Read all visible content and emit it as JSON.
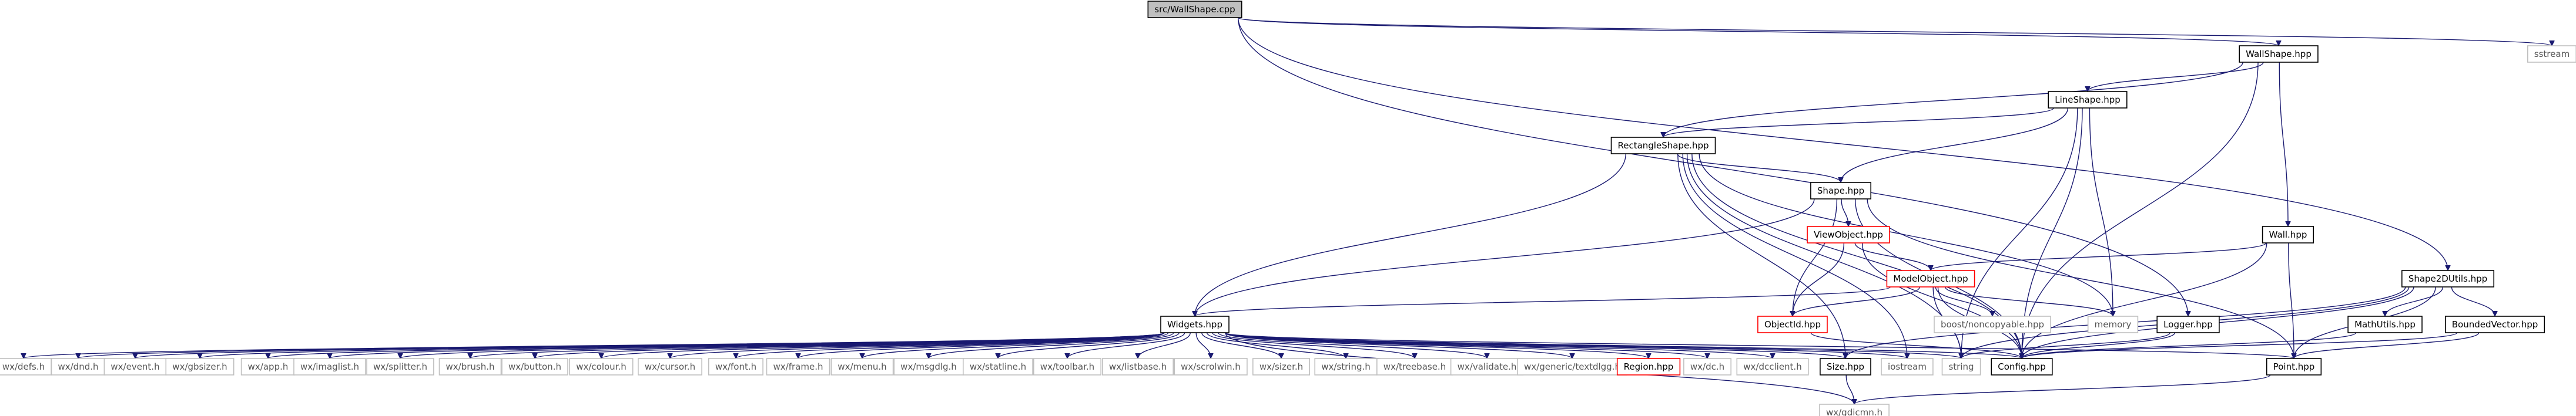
{
  "colors": {
    "edge": "#191970",
    "border_default": "#000000",
    "border_external": "#bfbfbf",
    "border_truncated": "#ff0000",
    "fill_root": "#bfbfbf",
    "fill_default": "#ffffff",
    "text_default": "#000000",
    "text_muted": "#555555"
  },
  "nodes": [
    {
      "id": "root",
      "label": "src/WallShape.cpp",
      "kind": "root"
    },
    {
      "id": "wallshape_hpp",
      "label": "WallShape.hpp",
      "kind": "default"
    },
    {
      "id": "sstream",
      "label": "sstream",
      "kind": "external"
    },
    {
      "id": "lineshape_hpp",
      "label": "LineShape.hpp",
      "kind": "default"
    },
    {
      "id": "rectangleshape_hpp",
      "label": "RectangleShape.hpp",
      "kind": "default"
    },
    {
      "id": "shape_hpp",
      "label": "Shape.hpp",
      "kind": "default"
    },
    {
      "id": "viewobject_hpp",
      "label": "ViewObject.hpp",
      "kind": "truncated"
    },
    {
      "id": "modelobject_hpp",
      "label": "ModelObject.hpp",
      "kind": "truncated"
    },
    {
      "id": "objectid_hpp",
      "label": "ObjectId.hpp",
      "kind": "truncated"
    },
    {
      "id": "boost_noncopyable",
      "label": "boost/noncopyable.hpp",
      "kind": "external"
    },
    {
      "id": "memory",
      "label": "memory",
      "kind": "external"
    },
    {
      "id": "wall_hpp",
      "label": "Wall.hpp",
      "kind": "default"
    },
    {
      "id": "shape2dutils_hpp",
      "label": "Shape2DUtils.hpp",
      "kind": "default"
    },
    {
      "id": "logger_hpp",
      "label": "Logger.hpp",
      "kind": "default"
    },
    {
      "id": "mathutils_hpp",
      "label": "MathUtils.hpp",
      "kind": "default"
    },
    {
      "id": "boundedvector_hpp",
      "label": "BoundedVector.hpp",
      "kind": "default"
    },
    {
      "id": "widgets_hpp",
      "label": "Widgets.hpp",
      "kind": "default"
    },
    {
      "id": "wx_defs",
      "label": "wx/defs.h",
      "kind": "external"
    },
    {
      "id": "wx_dnd",
      "label": "wx/dnd.h",
      "kind": "external"
    },
    {
      "id": "wx_event",
      "label": "wx/event.h",
      "kind": "external"
    },
    {
      "id": "wx_gbsizer",
      "label": "wx/gbsizer.h",
      "kind": "external"
    },
    {
      "id": "wx_app",
      "label": "wx/app.h",
      "kind": "external"
    },
    {
      "id": "wx_imaglist",
      "label": "wx/imaglist.h",
      "kind": "external"
    },
    {
      "id": "wx_splitter",
      "label": "wx/splitter.h",
      "kind": "external"
    },
    {
      "id": "wx_brush",
      "label": "wx/brush.h",
      "kind": "external"
    },
    {
      "id": "wx_button",
      "label": "wx/button.h",
      "kind": "external"
    },
    {
      "id": "wx_colour",
      "label": "wx/colour.h",
      "kind": "external"
    },
    {
      "id": "wx_cursor",
      "label": "wx/cursor.h",
      "kind": "external"
    },
    {
      "id": "wx_font",
      "label": "wx/font.h",
      "kind": "external"
    },
    {
      "id": "wx_frame",
      "label": "wx/frame.h",
      "kind": "external"
    },
    {
      "id": "wx_menu",
      "label": "wx/menu.h",
      "kind": "external"
    },
    {
      "id": "wx_msgdlg",
      "label": "wx/msgdlg.h",
      "kind": "external"
    },
    {
      "id": "wx_statline",
      "label": "wx/statline.h",
      "kind": "external"
    },
    {
      "id": "wx_toolbar",
      "label": "wx/toolbar.h",
      "kind": "external"
    },
    {
      "id": "wx_listbase",
      "label": "wx/listbase.h",
      "kind": "external"
    },
    {
      "id": "wx_scrolwin",
      "label": "wx/scrolwin.h",
      "kind": "external"
    },
    {
      "id": "wx_sizer",
      "label": "wx/sizer.h",
      "kind": "external"
    },
    {
      "id": "wx_string",
      "label": "wx/string.h",
      "kind": "external"
    },
    {
      "id": "wx_treebase",
      "label": "wx/treebase.h",
      "kind": "external"
    },
    {
      "id": "wx_validate",
      "label": "wx/validate.h",
      "kind": "external"
    },
    {
      "id": "wx_textdlgg",
      "label": "wx/generic/textdlgg.h",
      "kind": "external"
    },
    {
      "id": "region_hpp",
      "label": "Region.hpp",
      "kind": "truncated"
    },
    {
      "id": "wx_dc",
      "label": "wx/dc.h",
      "kind": "external"
    },
    {
      "id": "wx_dcclient",
      "label": "wx/dcclient.h",
      "kind": "external"
    },
    {
      "id": "size_hpp",
      "label": "Size.hpp",
      "kind": "default"
    },
    {
      "id": "iostream",
      "label": "iostream",
      "kind": "external"
    },
    {
      "id": "string",
      "label": "string",
      "kind": "external"
    },
    {
      "id": "config_hpp",
      "label": "Config.hpp",
      "kind": "default"
    },
    {
      "id": "point_hpp",
      "label": "Point.hpp",
      "kind": "default"
    },
    {
      "id": "wx_gdicmn",
      "label": "wx/gdicmn.h",
      "kind": "external"
    }
  ],
  "edges": [
    [
      "root",
      "wallshape_hpp"
    ],
    [
      "root",
      "sstream"
    ],
    [
      "root",
      "logger_hpp"
    ],
    [
      "root",
      "shape2dutils_hpp"
    ],
    [
      "wallshape_hpp",
      "lineshape_hpp"
    ],
    [
      "wallshape_hpp",
      "rectangleshape_hpp"
    ],
    [
      "wallshape_hpp",
      "wall_hpp"
    ],
    [
      "wallshape_hpp",
      "config_hpp"
    ],
    [
      "lineshape_hpp",
      "rectangleshape_hpp"
    ],
    [
      "lineshape_hpp",
      "shape_hpp"
    ],
    [
      "lineshape_hpp",
      "memory"
    ],
    [
      "lineshape_hpp",
      "config_hpp"
    ],
    [
      "lineshape_hpp",
      "string"
    ],
    [
      "rectangleshape_hpp",
      "shape_hpp"
    ],
    [
      "rectangleshape_hpp",
      "widgets_hpp"
    ],
    [
      "rectangleshape_hpp",
      "memory"
    ],
    [
      "rectangleshape_hpp",
      "size_hpp"
    ],
    [
      "rectangleshape_hpp",
      "config_hpp"
    ],
    [
      "rectangleshape_hpp",
      "string"
    ],
    [
      "rectangleshape_hpp",
      "iostream"
    ],
    [
      "shape_hpp",
      "viewobject_hpp"
    ],
    [
      "shape_hpp",
      "objectid_hpp"
    ],
    [
      "shape_hpp",
      "widgets_hpp"
    ],
    [
      "shape_hpp",
      "point_hpp"
    ],
    [
      "shape_hpp",
      "config_hpp"
    ],
    [
      "viewobject_hpp",
      "modelobject_hpp"
    ],
    [
      "viewobject_hpp",
      "objectid_hpp"
    ],
    [
      "viewobject_hpp",
      "config_hpp"
    ],
    [
      "modelobject_hpp",
      "objectid_hpp"
    ],
    [
      "modelobject_hpp",
      "boost_noncopyable"
    ],
    [
      "modelobject_hpp",
      "memory"
    ],
    [
      "modelobject_hpp",
      "config_hpp"
    ],
    [
      "modelobject_hpp",
      "string"
    ],
    [
      "modelobject_hpp",
      "widgets_hpp"
    ],
    [
      "objectid_hpp",
      "config_hpp"
    ],
    [
      "wall_hpp",
      "modelobject_hpp"
    ],
    [
      "wall_hpp",
      "point_hpp"
    ],
    [
      "wall_hpp",
      "config_hpp"
    ],
    [
      "shape2dutils_hpp",
      "point_hpp"
    ],
    [
      "shape2dutils_hpp",
      "mathutils_hpp"
    ],
    [
      "shape2dutils_hpp",
      "boundedvector_hpp"
    ],
    [
      "shape2dutils_hpp",
      "config_hpp"
    ],
    [
      "shape2dutils_hpp",
      "size_hpp"
    ],
    [
      "shape2dutils_hpp",
      "string"
    ],
    [
      "logger_hpp",
      "config_hpp"
    ],
    [
      "logger_hpp",
      "string"
    ],
    [
      "mathutils_hpp",
      "config_hpp"
    ],
    [
      "boundedvector_hpp",
      "point_hpp"
    ],
    [
      "boundedvector_hpp",
      "config_hpp"
    ],
    [
      "widgets_hpp",
      "wx_defs"
    ],
    [
      "widgets_hpp",
      "wx_dnd"
    ],
    [
      "widgets_hpp",
      "wx_event"
    ],
    [
      "widgets_hpp",
      "wx_gbsizer"
    ],
    [
      "widgets_hpp",
      "wx_app"
    ],
    [
      "widgets_hpp",
      "wx_imaglist"
    ],
    [
      "widgets_hpp",
      "wx_splitter"
    ],
    [
      "widgets_hpp",
      "wx_brush"
    ],
    [
      "widgets_hpp",
      "wx_button"
    ],
    [
      "widgets_hpp",
      "wx_colour"
    ],
    [
      "widgets_hpp",
      "wx_cursor"
    ],
    [
      "widgets_hpp",
      "wx_font"
    ],
    [
      "widgets_hpp",
      "wx_frame"
    ],
    [
      "widgets_hpp",
      "wx_menu"
    ],
    [
      "widgets_hpp",
      "wx_msgdlg"
    ],
    [
      "widgets_hpp",
      "wx_statline"
    ],
    [
      "widgets_hpp",
      "wx_toolbar"
    ],
    [
      "widgets_hpp",
      "wx_listbase"
    ],
    [
      "widgets_hpp",
      "wx_scrolwin"
    ],
    [
      "widgets_hpp",
      "wx_sizer"
    ],
    [
      "widgets_hpp",
      "wx_string"
    ],
    [
      "widgets_hpp",
      "wx_treebase"
    ],
    [
      "widgets_hpp",
      "wx_validate"
    ],
    [
      "widgets_hpp",
      "wx_textdlgg"
    ],
    [
      "widgets_hpp",
      "region_hpp"
    ],
    [
      "widgets_hpp",
      "wx_dc"
    ],
    [
      "widgets_hpp",
      "wx_dcclient"
    ],
    [
      "widgets_hpp",
      "size_hpp"
    ],
    [
      "widgets_hpp",
      "iostream"
    ],
    [
      "widgets_hpp",
      "string"
    ],
    [
      "widgets_hpp",
      "config_hpp"
    ],
    [
      "widgets_hpp",
      "point_hpp"
    ],
    [
      "widgets_hpp",
      "wx_gdicmn"
    ],
    [
      "size_hpp",
      "wx_gdicmn"
    ],
    [
      "point_hpp",
      "wx_gdicmn"
    ]
  ]
}
